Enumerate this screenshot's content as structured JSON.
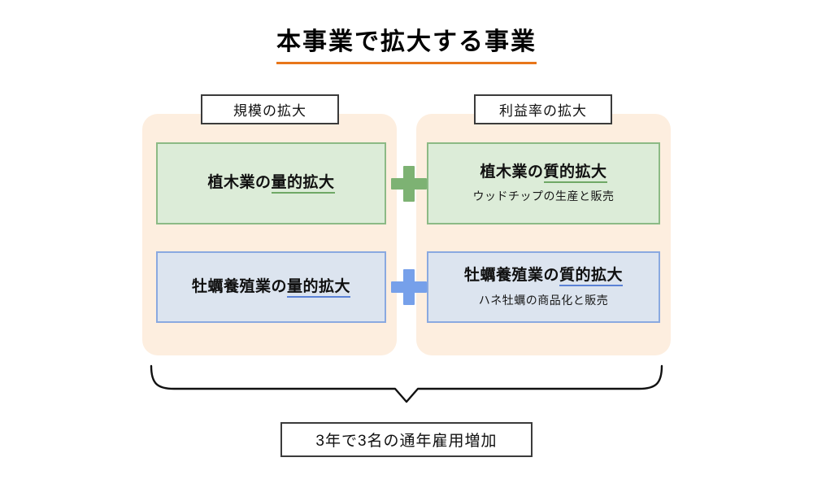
{
  "title": {
    "text": "本事業で拡大する事業",
    "underline_color": "#e8761a"
  },
  "columns": [
    {
      "label": "規模の拡大"
    },
    {
      "label": "利益率の拡大"
    }
  ],
  "cards": [
    {
      "row": "植木業",
      "column": "規模の拡大",
      "prefix": "植木業の",
      "emphasis": "量的拡大",
      "subtitle": "",
      "fill_color": "#dcecd8",
      "border_color": "#8cba85",
      "underline_color": "#6fa866"
    },
    {
      "row": "植木業",
      "column": "利益率の拡大",
      "prefix": "植木業の",
      "emphasis": "質的拡大",
      "subtitle": "ウッドチップの生産と販売",
      "fill_color": "#dcecd8",
      "border_color": "#8cba85",
      "underline_color": "#6fa866"
    },
    {
      "row": "牡蠣養殖業",
      "column": "規模の拡大",
      "prefix": "牡蠣養殖業の",
      "emphasis": "量的拡大",
      "subtitle": "",
      "fill_color": "#dce4ef",
      "border_color": "#8aa9e0",
      "underline_color": "#5b82d6"
    },
    {
      "row": "牡蠣養殖業",
      "column": "利益率の拡大",
      "prefix": "牡蠣養殖業の",
      "emphasis": "質的拡大",
      "subtitle": "ハネ牡蠣の商品化と販売",
      "fill_color": "#dce4ef",
      "border_color": "#8aa9e0",
      "underline_color": "#5b82d6"
    }
  ],
  "operators": [
    {
      "symbol": "+",
      "name": "plus-sign-green",
      "color": "#7db273"
    },
    {
      "symbol": "+",
      "name": "plus-sign-blue",
      "color": "#76a0ea"
    }
  ],
  "panels": {
    "fill_color": "#fdeedf"
  },
  "outcome": {
    "label": "3年で3名の通年雇用増加"
  }
}
